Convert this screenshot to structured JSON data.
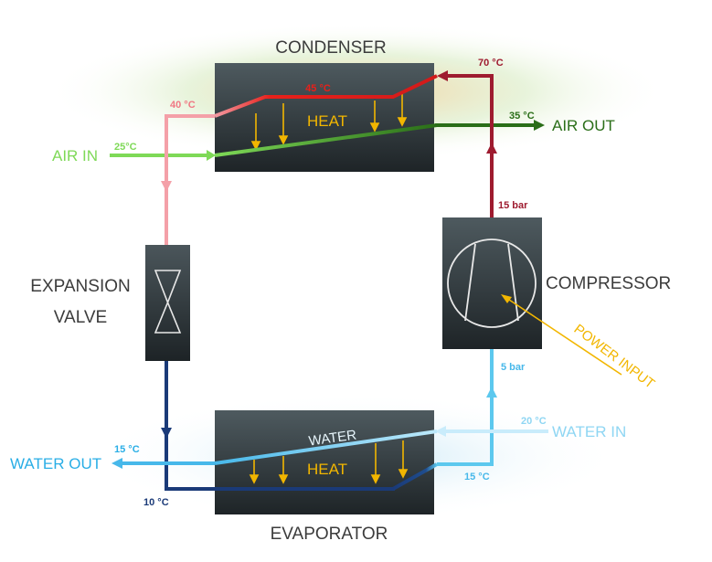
{
  "condenser": {
    "title": "CONDENSER",
    "heat_label": "HEAT",
    "refrigerant_temp": "45 °C",
    "inlet_temp": "70 °C",
    "outlet_temp": "40 °C"
  },
  "evaporator": {
    "title": "EVAPORATOR",
    "heat_label": "HEAT",
    "water_label": "WATER",
    "inlet_temp": "15 °C",
    "outlet_temp": "10 °C"
  },
  "compressor": {
    "title": "COMPRESSOR",
    "high_pressure": "15 bar",
    "low_pressure": "5 bar",
    "power_label": "POWER INPUT"
  },
  "expansion_valve": {
    "title_line1": "EXPANSION",
    "title_line2": "VALVE"
  },
  "air": {
    "in_label": "AIR IN",
    "in_temp": "25°C",
    "out_label": "AIR OUT",
    "out_temp": "35 °C"
  },
  "water": {
    "in_label": "WATER IN",
    "in_temp": "20 °C",
    "out_label": "WATER OUT",
    "out_temp": "15 °C"
  },
  "colors": {
    "hot_refrigerant": "#9e1b2f",
    "bright_red": "#e8201a",
    "pink": "#f4a0a8",
    "light_green": "#7ed957",
    "dark_green": "#2a6e18",
    "light_blue": "#5cc8ee",
    "dark_blue": "#1a3a78",
    "heat_yellow": "#f2b600",
    "box_dark": "#2c3438"
  }
}
